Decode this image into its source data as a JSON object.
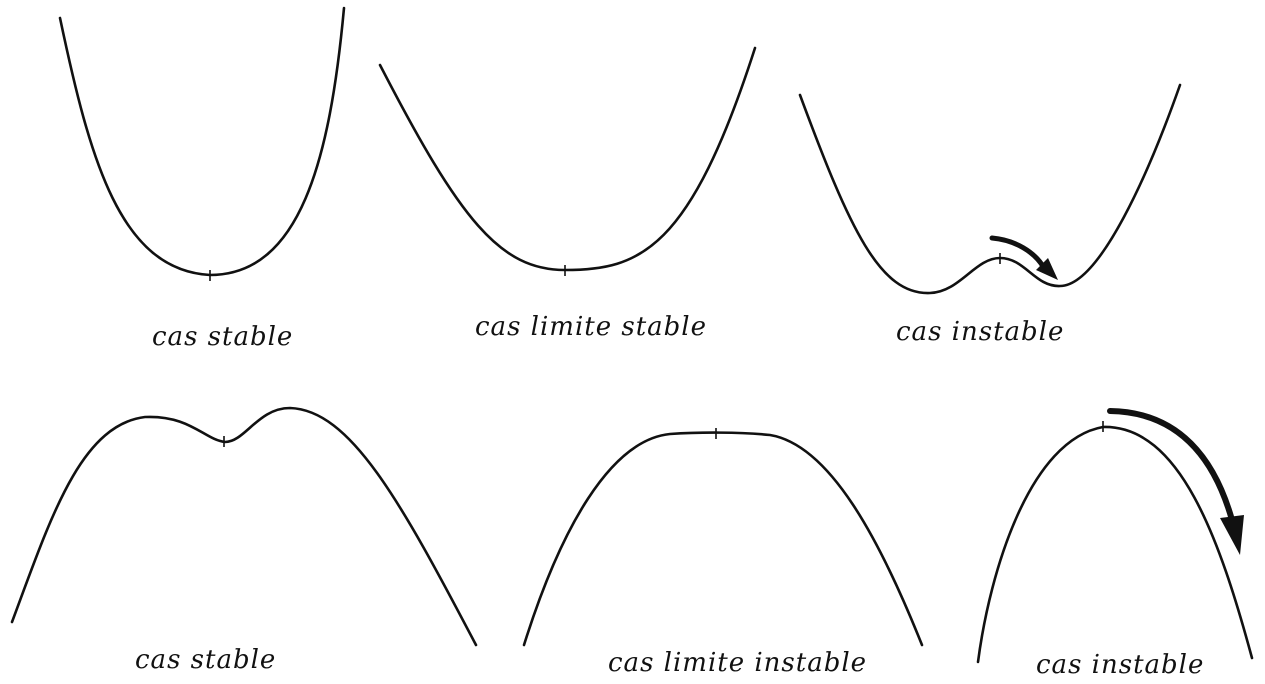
{
  "panels": [
    {
      "id": "top-left",
      "caption": "cas stable"
    },
    {
      "id": "top-middle",
      "caption": "cas limite stable"
    },
    {
      "id": "top-right",
      "caption": "cas instable"
    },
    {
      "id": "bottom-left",
      "caption": "cas stable"
    },
    {
      "id": "bottom-middle",
      "caption": "cas limite instable"
    },
    {
      "id": "bottom-right",
      "caption": "cas instable"
    }
  ],
  "colors": {
    "ink": "#111111",
    "background": "#ffffff"
  }
}
